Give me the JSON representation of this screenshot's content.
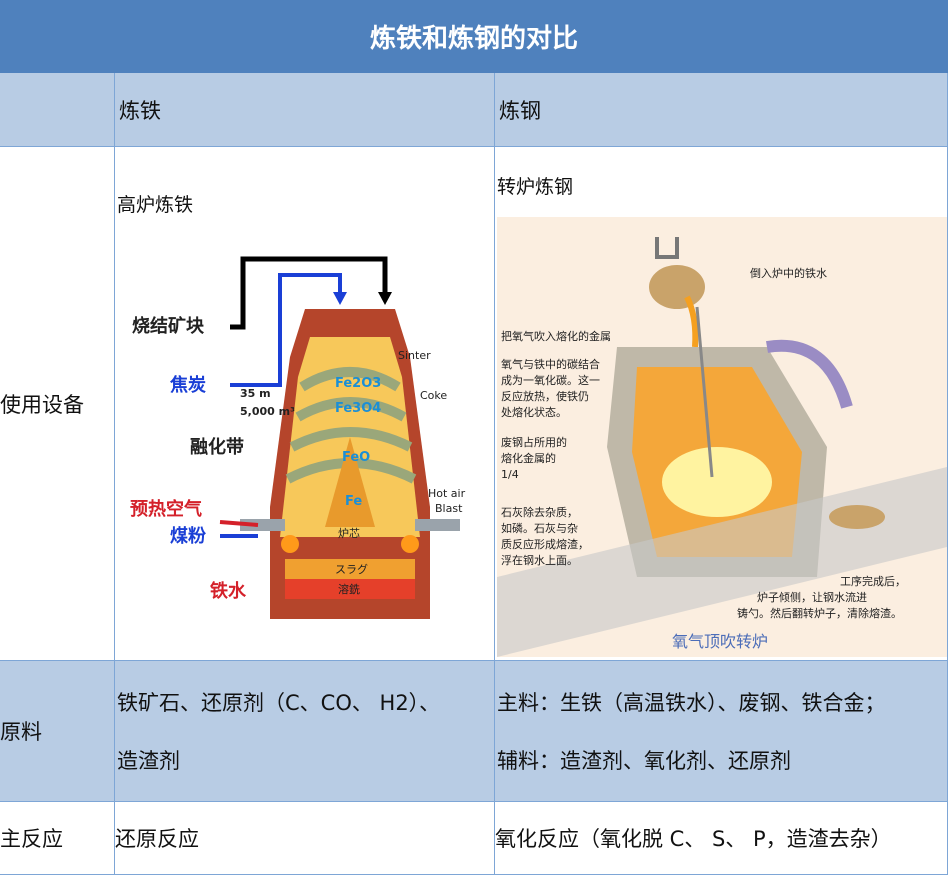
{
  "title": "炼铁和炼钢的对比",
  "header": {
    "col1": "炼铁",
    "col2": "炼钢"
  },
  "rows": {
    "equipment": {
      "label": "使用设备",
      "iron": {
        "name": "高炉炼铁",
        "labels": {
          "sinter_ore": "烧结矿块",
          "coke": "焦炭",
          "melting_zone": "融化带",
          "hot_air": "预热空气",
          "coal": "煤粉",
          "iron_out": "铁水",
          "size1": "35 m",
          "size2": "5,000 m³",
          "sinter_en": "Sinter",
          "coke_en": "Coke",
          "hotair_en1": "Hot air",
          "hotair_en2": "Blast",
          "fe2o3": "Fe2O3",
          "fe3o4": "Fe3O4",
          "feo": "FeO",
          "fe": "Fe",
          "core": "炉芯",
          "slag": "スラグ",
          "pig": "溶銑"
        }
      },
      "steel": {
        "name": "转炉炼钢",
        "labels": {
          "pour": "倒入炉中的铁水",
          "oxygen_blow": "把氧气吹入熔化的金属",
          "carbon1": "氧气与铁中的碳结合",
          "carbon2": "成为一氧化碳。这一",
          "carbon3": "反应放热，使铁仍",
          "carbon4": "处熔化状态。",
          "scrap1": "废钢占所用的",
          "scrap2": "熔化金属的",
          "scrap3": "1/4",
          "lime1": "石灰除去杂质，",
          "lime2": "如磷。石灰与杂",
          "lime3": "质反应形成熔渣，",
          "lime4": "浮在钢水上面。",
          "done1": "工序完成后，",
          "done2": "炉子倾侧，让钢水流进",
          "done3": "铸勺。然后翻转炉子，清除熔渣。",
          "caption": "氧气顶吹转炉"
        }
      }
    },
    "materials": {
      "label": "原料",
      "iron": "铁矿石、还原剂（C、CO、 H2）、",
      "iron2": "造渣剂",
      "steel": "主料：生铁（高温铁水）、废钢、铁合金；",
      "steel2": "辅料：造渣剂、氧化剂、还原剂"
    },
    "reaction": {
      "label": "主反应",
      "iron": "还原反应",
      "steel": "氧化反应（氧化脱 C、 S、 P，造渣去杂）"
    }
  },
  "colors": {
    "header": "#4f81bd",
    "band": "#b8cce4",
    "border": "#7ea6d6"
  }
}
